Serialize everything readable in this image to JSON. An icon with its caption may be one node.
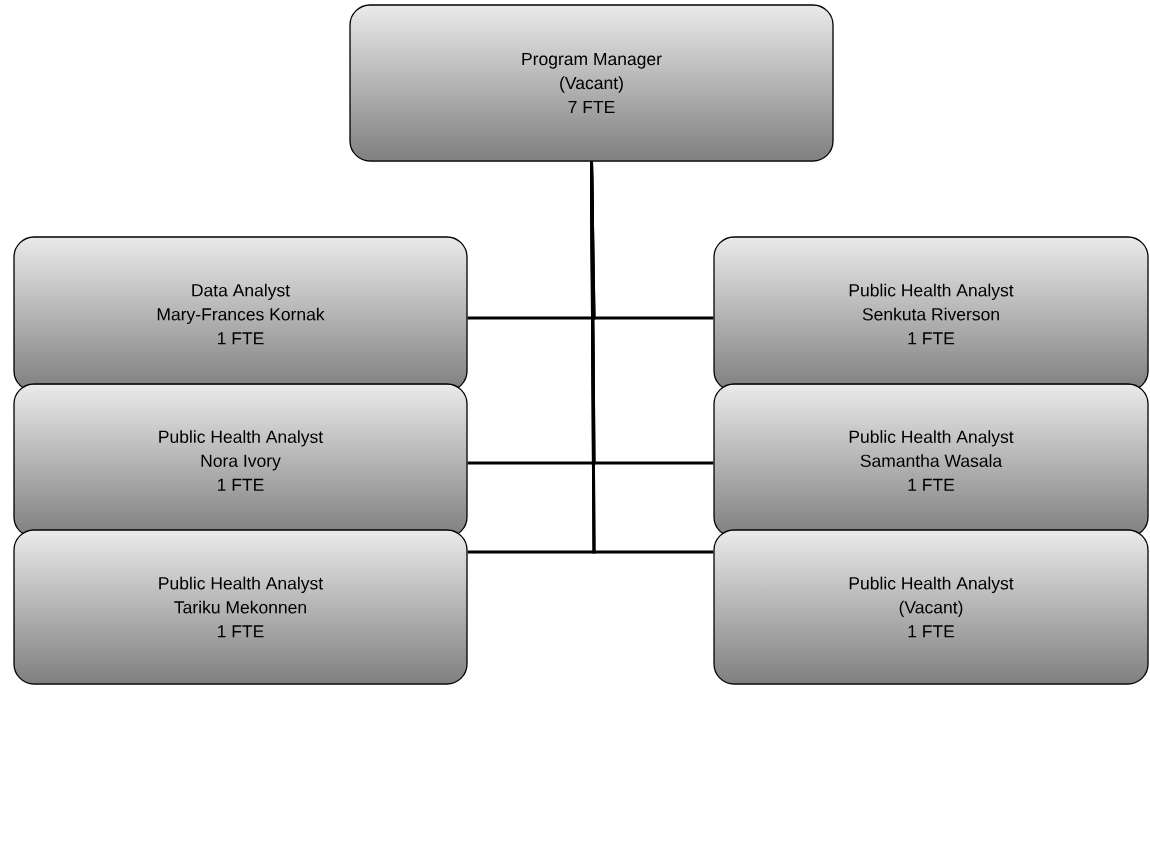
{
  "diagram": {
    "nodes": [
      {
        "text": [
          "Program Manager",
          "(Vacant)",
          "7 FTE"
        ]
      },
      {
        "text": [
          "Data Analyst",
          "Mary-Frances Kornak",
          "1 FTE"
        ]
      },
      {
        "text": [
          "Public Health Analyst",
          "Senkuta Riverson",
          "1 FTE"
        ]
      },
      {
        "text": [
          "Public Health Analyst",
          "Nora Ivory",
          "1 FTE"
        ]
      },
      {
        "text": [
          "Public Health Analyst",
          "Samantha Wasala",
          "1 FTE"
        ]
      },
      {
        "text": [
          "Public Health Analyst",
          "Tariku Mekonnen",
          "1 FTE"
        ]
      },
      {
        "text": [
          "Public Health Analyst",
          "(Vacant)",
          "1 FTE"
        ]
      }
    ],
    "edges": [
      {
        "from": 0,
        "to": 1,
        "arrow": "none"
      },
      {
        "from": 0,
        "to": 2,
        "arrow": "none"
      },
      {
        "from": 0,
        "to": 3,
        "arrow": "none"
      },
      {
        "from": 0,
        "to": 4,
        "arrow": "none"
      },
      {
        "from": 0,
        "to": 5,
        "arrow": "none"
      },
      {
        "from": 0,
        "to": 6,
        "arrow": "none"
      }
    ]
  }
}
